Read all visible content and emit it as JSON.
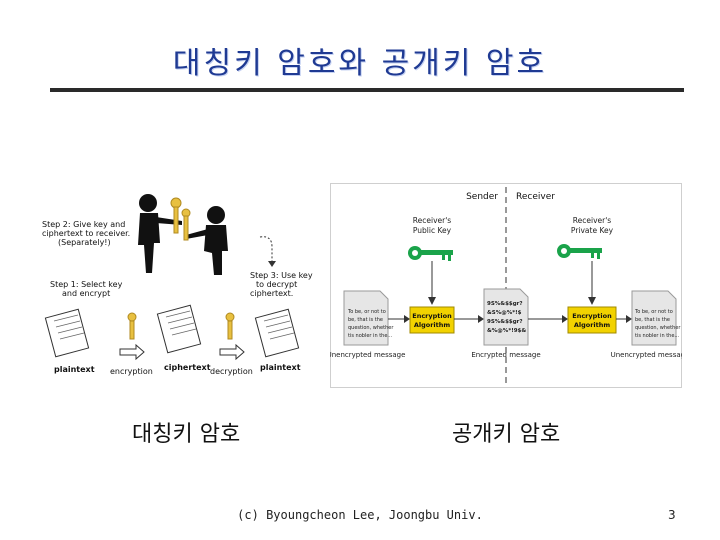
{
  "slide": {
    "title": "대칭키 암호와 공개키 암호",
    "caption_left": "대칭키 암호",
    "caption_right": "공개키 암호",
    "footer": "(c) Byoungcheon Lee, Joongbu Univ.",
    "page_number": "3"
  },
  "symmetric_figure": {
    "step2": [
      "Step 2: Give key and",
      "ciphertext to receiver.",
      "(Separately!)"
    ],
    "step1": [
      "Step 1: Select key",
      "and encrypt"
    ],
    "step3": [
      "Step 3: Use key",
      "to decrypt",
      "ciphertext."
    ],
    "labels": [
      "plaintext",
      "encryption",
      "ciphertext",
      "decryption",
      "plaintext"
    ]
  },
  "public_key_figure": {
    "sender": "Sender",
    "receiver": "Receiver",
    "public_key": [
      "Receiver's",
      "Public Key"
    ],
    "private_key": [
      "Receiver's",
      "Private Key"
    ],
    "enc_algo": [
      "Encryption",
      "Algorithm"
    ],
    "dec_algo": [
      "Encryption",
      "Algorithm"
    ],
    "doc_text": [
      "To be, or not to",
      "be, that is the",
      "question, whether",
      "tis nobler in the..."
    ],
    "cipher_text": [
      "9S%&$$gr?",
      "&S%@%*!$",
      "9S%&$$gr?",
      "&%@%*!9$&"
    ],
    "unencrypted_left": "Unencrypted message",
    "encrypted": "Encrypted message",
    "unencrypted_right": "Unencrypted message"
  },
  "colors": {
    "title": "#1f3a93",
    "key_green": "#1aa34a",
    "algo_yellow": "#f2d200",
    "rule": "#2a2a2a"
  }
}
